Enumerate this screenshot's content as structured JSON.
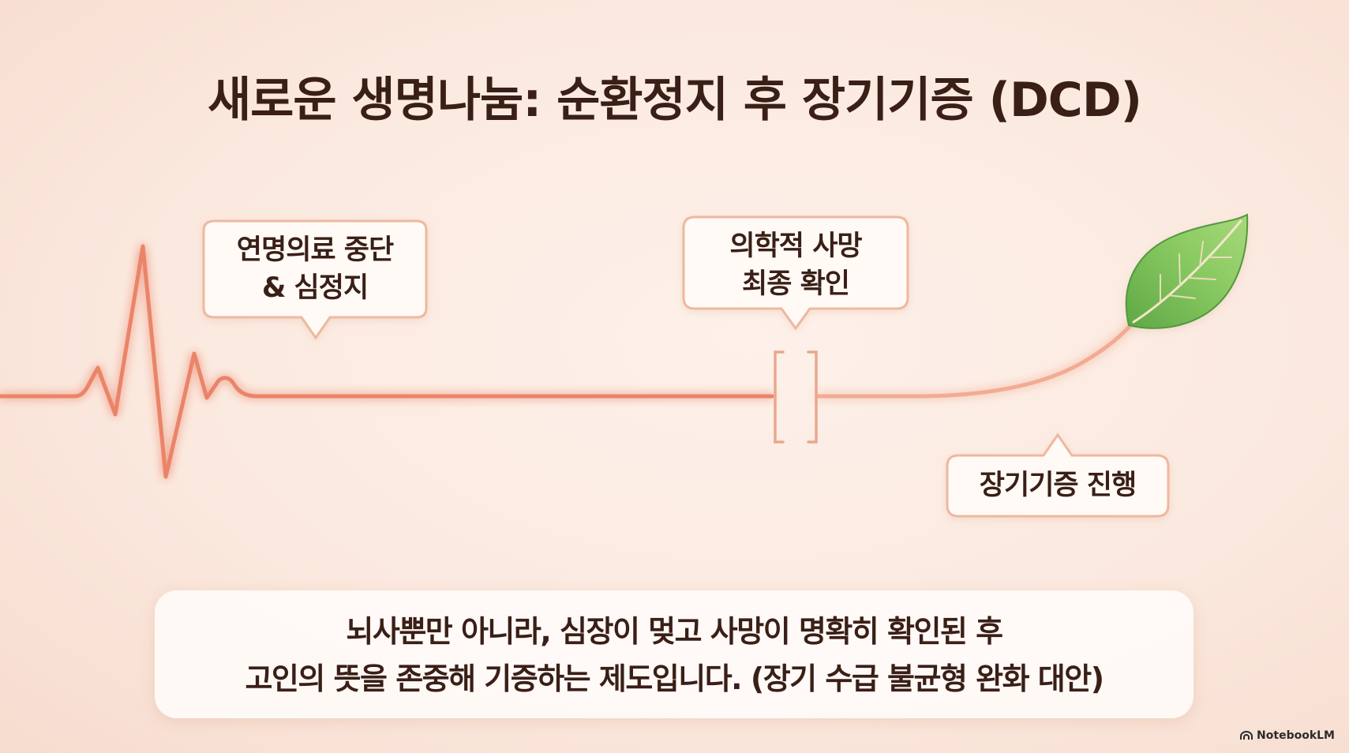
{
  "title": "새로운 생명나눔: 순환정지 후 장기기증 (DCD)",
  "callouts": {
    "stop": {
      "line1": "연명의료 중단",
      "line2": "& 심정지"
    },
    "death": {
      "line1": "의학적 사망",
      "line2": "최종 확인"
    },
    "donation": {
      "line1": "장기기증 진행"
    }
  },
  "summary": {
    "line1": "뇌사뿐만 아니라, 심장이 멎고 사망이 명확히 확인된 후",
    "line2": "고인의 뜻을 존중해 기증하는 제도입니다. (장기 수급 불균형 완화 대안)"
  },
  "brand": {
    "label": "NotebookLM",
    "icon": "notebooklm-logo-icon"
  },
  "colors": {
    "line": "#e9846a",
    "callout_border": "#efb89f",
    "leaf": "#7cbf5a",
    "text": "#3a1f17"
  }
}
